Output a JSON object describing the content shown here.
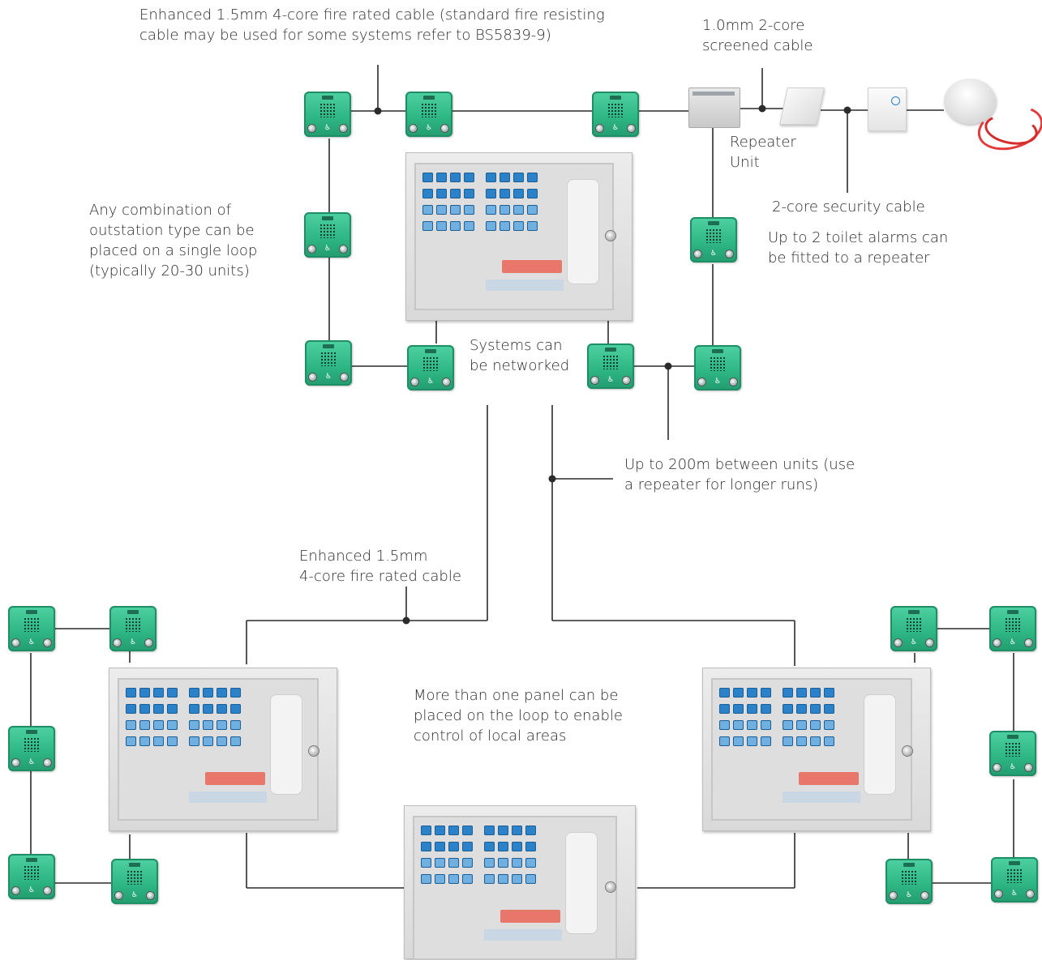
{
  "labels": {
    "top_cable": "Enhanced 1.5mm 4-core fire rated cable (standard fire resisting\ncable may be used for some systems refer to BS5839-9)",
    "screened_cable": "1.0mm 2-core\nscreened cable",
    "repeater_unit": "Repeater\nUnit",
    "security_cable": "2-core security cable",
    "toilet_alarms": "Up to 2 toilet alarms can\nbe fitted to a repeater",
    "any_combination": "Any combination of\noutstation type can be\nplaced on a single loop\n(typically 20-30 units)",
    "networked": "Systems can\nbe networked",
    "distance": "Up to 200m between units (use\na repeater for longer runs)",
    "bottom_cable": "Enhanced 1.5mm\n4-core fire rated cable",
    "more_than_one": "More than one panel can be\nplaced on the loop to enable\ncontrol of local areas"
  },
  "colors": {
    "wire": "#2b2b2b",
    "outstation_green": "#34c08f",
    "panel_grey": "#e4e4e4",
    "key_blue": "#2b82c9",
    "cord_red": "#e23b3b"
  },
  "icons": {
    "outstation": "wall-call-point-icon",
    "panel": "control-panel-icon",
    "repeater": "repeater-unit-icon",
    "pull_cord": "pull-cord-icon",
    "reset": "reset-unit-icon",
    "ceiling_pull": "ceiling-pull-cord-icon"
  }
}
